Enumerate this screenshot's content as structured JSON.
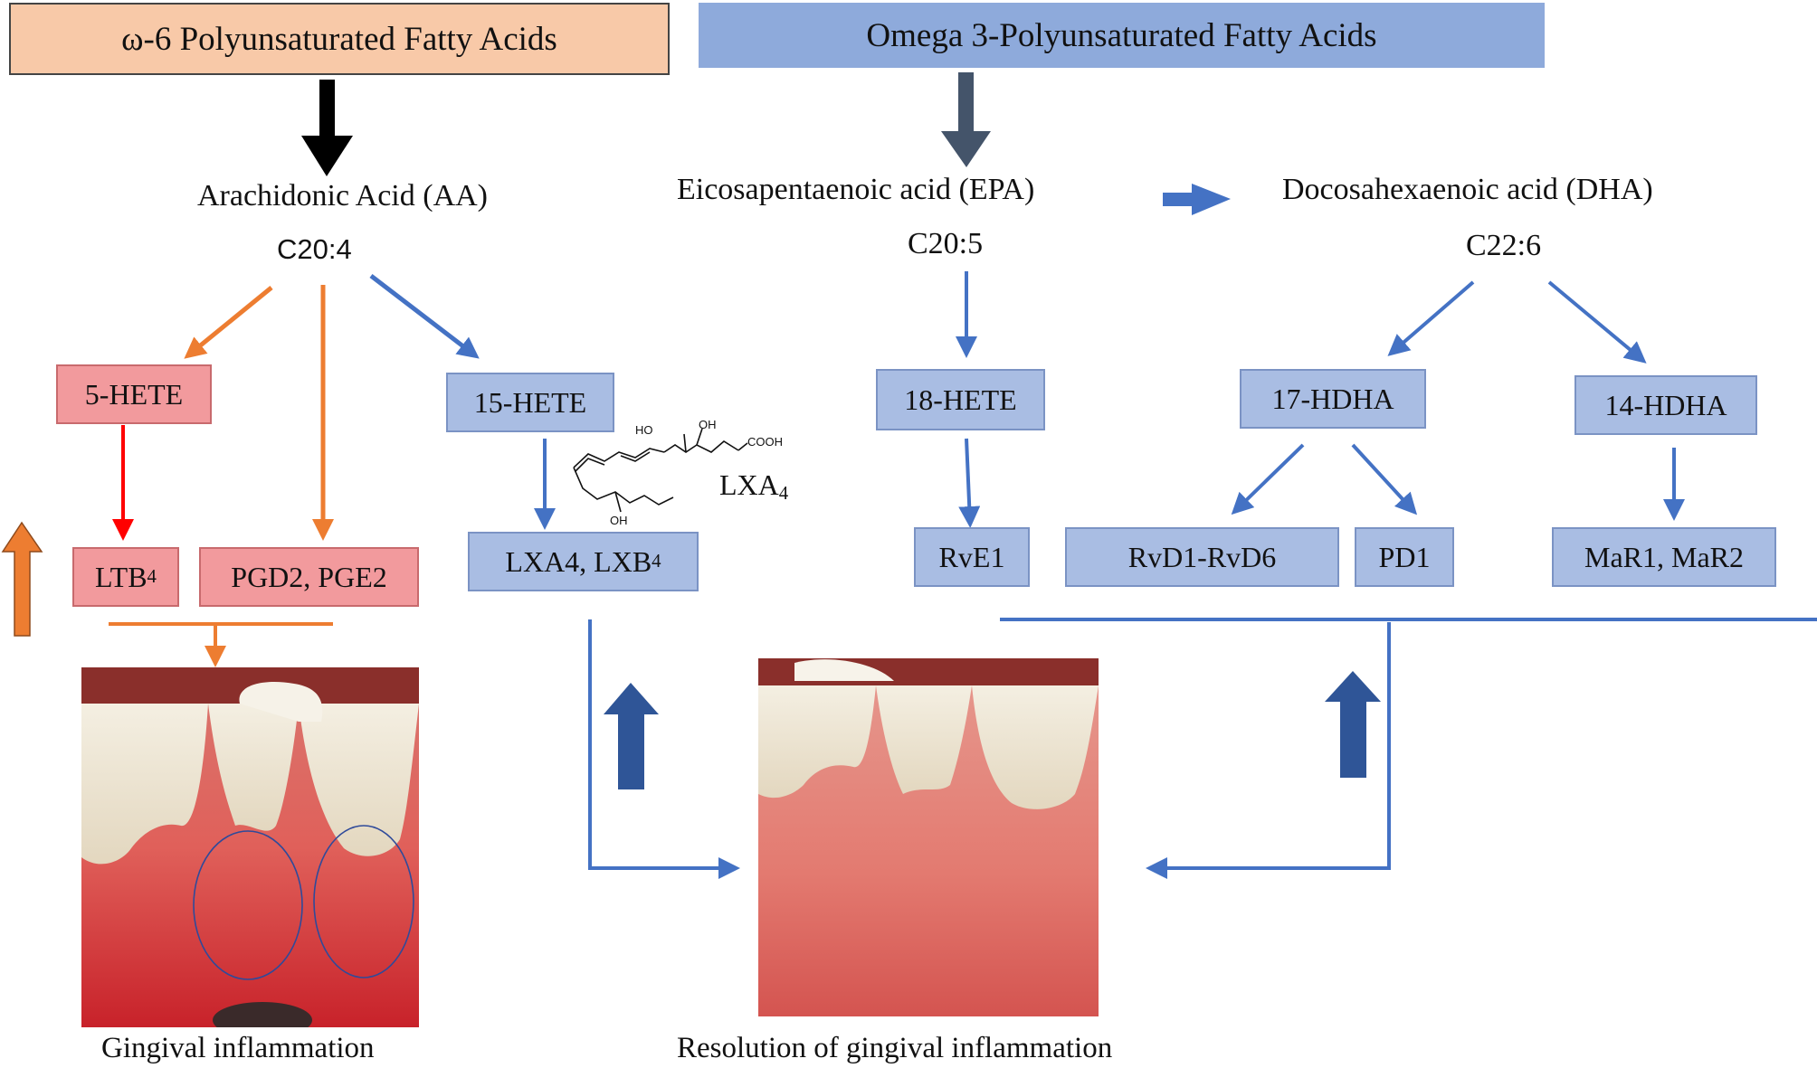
{
  "headers": {
    "omega6": "ω-6 Polyunsaturated  Fatty Acids",
    "omega3": "Omega  3-Polyunsaturated  Fatty Acids"
  },
  "acids": {
    "aa": "Arachidonic Acid (AA)",
    "aa_formula": "C20:4",
    "epa": "Eicosapentaenoic acid (EPA)",
    "epa_formula": "C20:5",
    "dha": "Docosahexaenoic acid (DHA)",
    "dha_formula": "C22:6"
  },
  "mediators": {
    "hete5": "5-HETE",
    "ltb4": "LTB",
    "ltb4_sub": "4",
    "pgd2_pge2": "PGD2, PGE2",
    "hete15": "15-HETE",
    "lxa4_lxb4": "LXA4, LXB",
    "lxa4_lxb4_sub": "4",
    "hete18": "18-HETE",
    "rve1": "RvE1",
    "hdha17": "17-HDHA",
    "rvd": "RvD1-RvD6",
    "pd1": "PD1",
    "hdha14": "14-HDHA",
    "mar": "MaR1, MaR2"
  },
  "structure": {
    "name": "LXA",
    "name_sub": "4",
    "ho1": "HO",
    "oh1": "OH",
    "cooh": "COOH",
    "oh2": "OH"
  },
  "captions": {
    "inflammation": "Gingival  inflammation",
    "resolution": "Resolution  of gingival  inflammation"
  },
  "colors": {
    "omega6_header": "#f8c9a8",
    "omega3_header": "#8eaadb",
    "pro_inflammatory_box": "#f29a9d",
    "resolving_box": "#a9bde3",
    "orange_arrow": "#ed7d31",
    "red_arrow": "#ff0000",
    "blue_arrow": "#4472c4",
    "dark_blue_arrow": "#2f5597",
    "slate_arrow": "#44546a",
    "black_arrow": "#000000"
  }
}
